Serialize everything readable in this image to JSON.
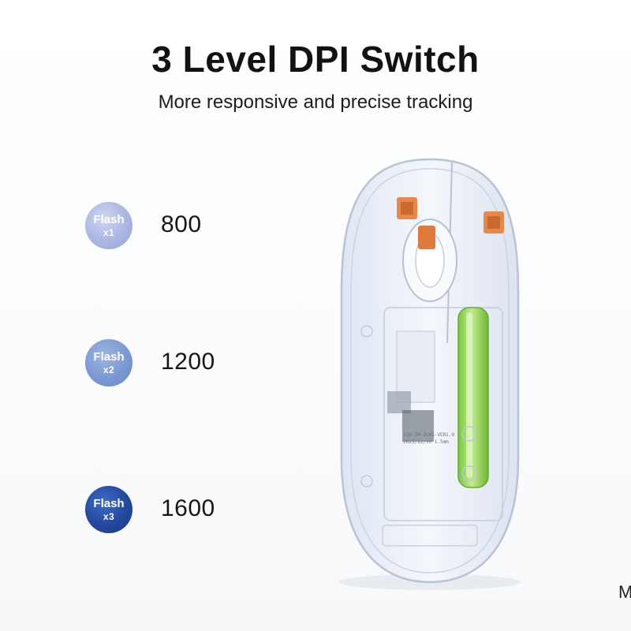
{
  "header": {
    "title": "3 Level DPI Switch",
    "subtitle": "More responsive and precise tracking"
  },
  "dpi_levels": [
    {
      "badge_line1": "Flash",
      "badge_line2": "x1",
      "value": "800"
    },
    {
      "badge_line1": "Flash",
      "badge_line2": "x2",
      "value": "1200"
    },
    {
      "badge_line1": "Flash",
      "badge_line2": "x3",
      "value": "1600"
    }
  ],
  "mouse": {
    "pcb_text_1": "YZW-SM-3LKG-VER1.0",
    "pcb_text_2": "2023/12/30  1.5mm"
  },
  "corner_text": "M",
  "colors": {
    "badge_1": "#aab6e3",
    "badge_2": "#7a98d3",
    "badge_3": "#23489c",
    "battery": "#8fd14f",
    "switch_orange": "#e8874a"
  }
}
